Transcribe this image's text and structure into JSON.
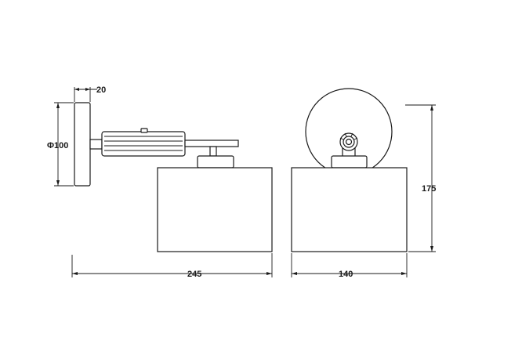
{
  "dimensions": {
    "base_thickness": "20",
    "base_diameter": "Φ100",
    "total_depth": "245",
    "shade_width": "140",
    "total_height": "175"
  },
  "colors": {
    "line": "#1a1a1a",
    "background": "#ffffff"
  }
}
